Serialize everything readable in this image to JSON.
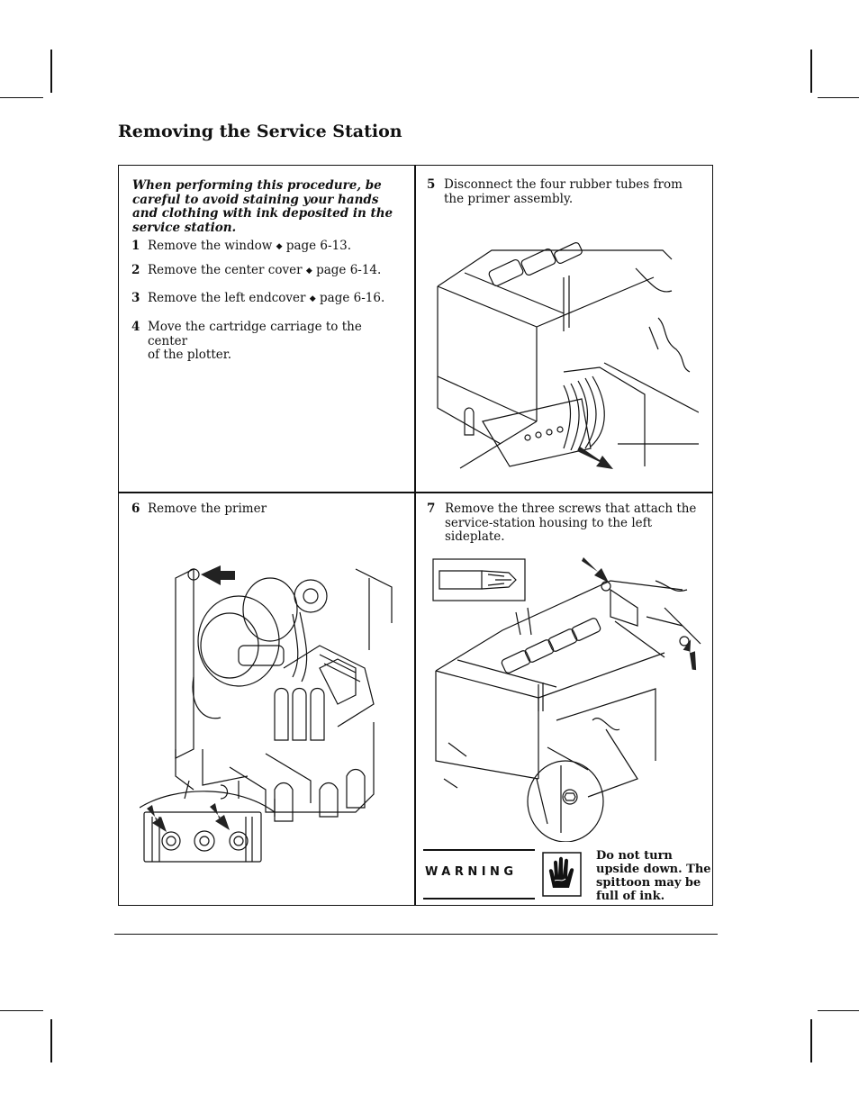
{
  "page": {
    "title": "Removing the Service Station"
  },
  "caution": "When performing this procedure, be careful to avoid staining your hands and clothing with ink deposited in the service station.",
  "steps": [
    {
      "num": "1",
      "text": "Remove the window",
      "ref": "page 6-13."
    },
    {
      "num": "2",
      "text": "Remove the center cover",
      "ref": "page 6-14."
    },
    {
      "num": "3",
      "text": "Remove the left endcover",
      "ref": "page 6-16."
    },
    {
      "num": "4",
      "line1": "Move the cartridge carriage to the center",
      "line2": "of the plotter."
    },
    {
      "num": "5",
      "line1": "Disconnect the four rubber tubes from",
      "line2": "the primer assembly."
    },
    {
      "num": "6",
      "text": "Remove the primer"
    },
    {
      "num": "7",
      "line1": "Remove the three screws that attach the",
      "line2": "service-station housing to the left",
      "line3": "sideplate."
    }
  ],
  "warning": {
    "label": "WARNING",
    "text": "Do not turn upside down. The spittoon may be full of ink.",
    "icon": "hand-warning-icon"
  },
  "ref_arrow_icon": "pointer-arrow-icon"
}
